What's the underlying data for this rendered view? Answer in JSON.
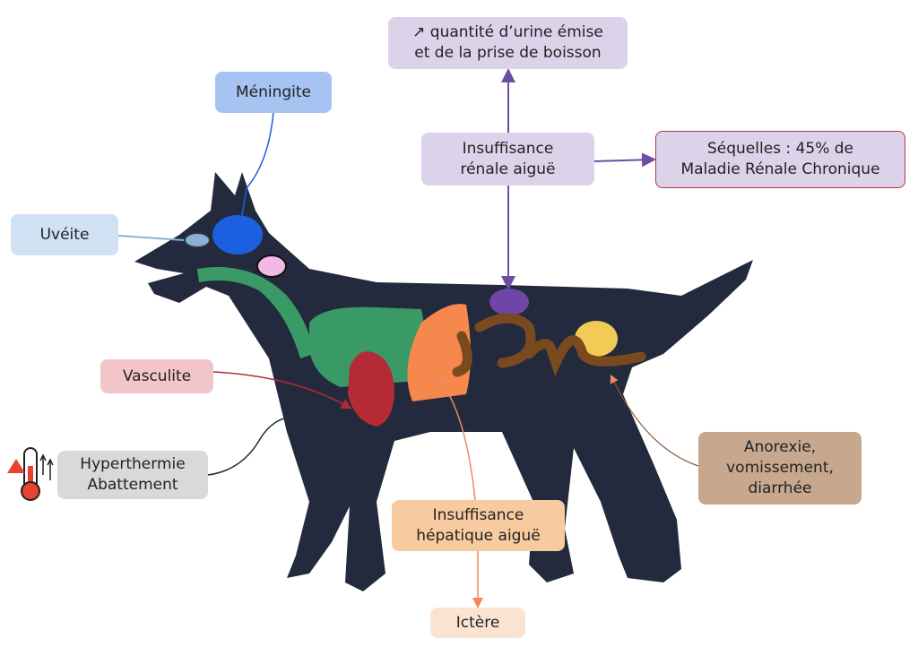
{
  "labels": {
    "meningite": "Méningite",
    "uveite": "Uvéite",
    "vasculite": "Vasculite",
    "hyperthermie": "Hyperthermie\nAbattement",
    "hepatique": "Insuffisance\nhépatique aiguë",
    "ictere": "Ictère",
    "anorexie": "Anorexie,\nvomissement,\ndiarrhée",
    "renale": "Insuffisance\nrénale aiguë",
    "urine": "↗ quantité d’urine émise\net de la prise de boisson",
    "sequelles": "Séquelles : 45% de\nMaladie Rénale Chronique"
  },
  "colors": {
    "dog": "#232a3d",
    "renal": "#dcd3ea",
    "arrow_renal": "#6b4fa3",
    "sequelles_border": "#b3344a"
  }
}
